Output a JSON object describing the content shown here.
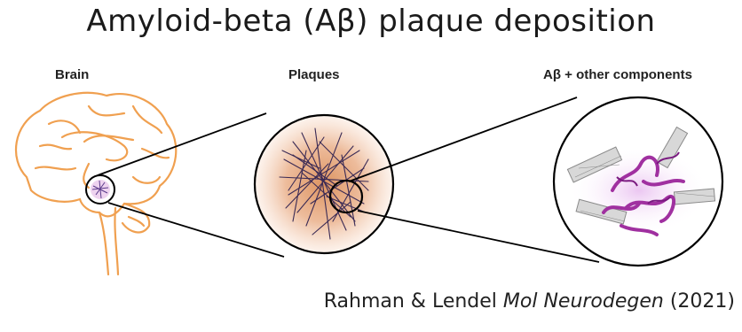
{
  "title": "Amyloid-beta (Aβ) plaque deposition",
  "panels": {
    "brain": {
      "label": "Brain"
    },
    "plaques": {
      "label": "Plaques"
    },
    "components": {
      "label": "Aβ + other components"
    }
  },
  "citation": {
    "authors": "Rahman & Lendel",
    "journal": "Mol Neurodegen",
    "year": "(2021)"
  },
  "colors": {
    "brain_outline": "#f0a050",
    "plaque_fill": "#e8a878",
    "fibril": "#3a2a55",
    "protein": "#a030a0",
    "grid": "#8a8a8a"
  }
}
